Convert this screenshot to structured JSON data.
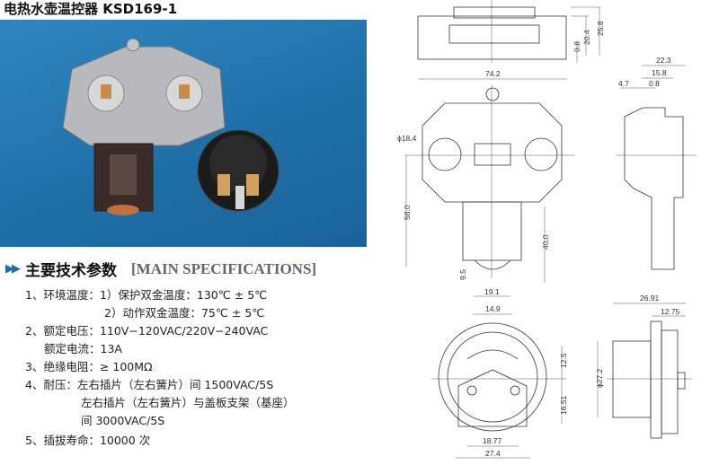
{
  "title": "电热水壶温控器 KSD169-1",
  "section": {
    "zh": "主要技术参数",
    "en": "[MAIN SPECIFICATIONS]"
  },
  "specs": [
    "1、环境温度：1）保护双金温度：130℃ ± 5℃",
    "2）动作双金温度：75℃ ± 5℃",
    "2、额定电压：110V−120VAC/220V−240VAC",
    "额定电流：13A",
    "3、绝缘电阻：≥ 100MΩ",
    "4、耐压：左右插片（左右簧片）间 1500VAC/5S",
    "左右插片（左右簧片）与盖板支架（基座）",
    "间 3000VAC/5S",
    "5、插拔寿命：10000 次"
  ],
  "dims": {
    "d0_8a": "0.8",
    "d20_4": "20.4",
    "d25_8": "25.8",
    "d74_2": "74.2",
    "d18_4": "ϕ18.4",
    "d58_0": "58.0",
    "d40_0": "40.0",
    "d9_5": "9.5",
    "d19_1": "19.1",
    "d22_3": "22.3",
    "d15_8": "15.8",
    "d4_7": "4.7",
    "d0_8b": "0.8",
    "d14_9": "14.9",
    "d12_5": "12.5",
    "d16_51": "16.51",
    "d18_77": "18.77",
    "d27_4": "27.4",
    "d26_91": "26.91",
    "d12_75": "12.75",
    "d27_2": "ϕ27.2"
  }
}
